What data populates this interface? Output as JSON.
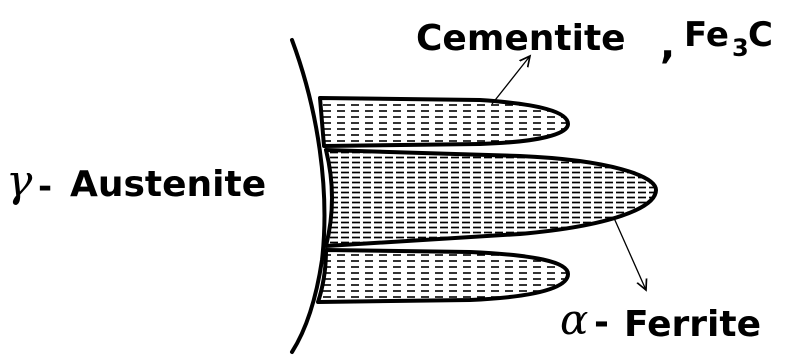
{
  "labels": {
    "austenite": {
      "symbol": "γ",
      "dash": "-",
      "name": "Austenite"
    },
    "cementite": {
      "name": "Cementite",
      "separator": ",",
      "formula_base": "Fe",
      "formula_sub": "3",
      "formula_end": "C"
    },
    "ferrite": {
      "symbol": "α",
      "dash": "-",
      "name": "Ferrite"
    }
  }
}
